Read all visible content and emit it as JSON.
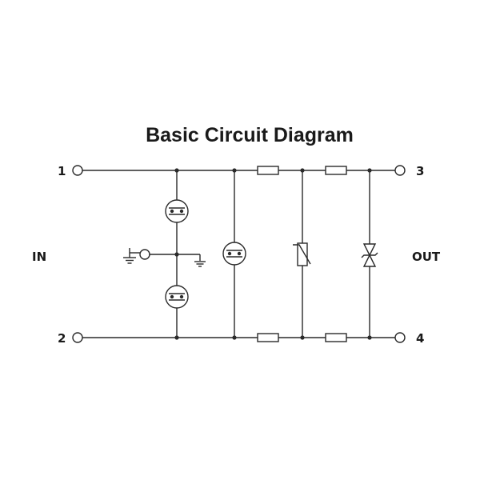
{
  "title": "Basic Circuit Diagram",
  "terminals": {
    "t1": "1",
    "t2": "2",
    "t3": "3",
    "t4": "4"
  },
  "side_labels": {
    "input": "IN",
    "output": "OUT"
  },
  "icons": {
    "gas_discharge_tube": "gas-discharge-tube-icon",
    "ground": "ground-icon",
    "resistor": "resistor-icon",
    "varistor": "varistor-icon",
    "tvs_diode": "bidirectional-tvs-diode-icon"
  },
  "colors": {
    "line": "#2a2a2a",
    "text": "#1a1a1a",
    "background": "#ffffff"
  }
}
